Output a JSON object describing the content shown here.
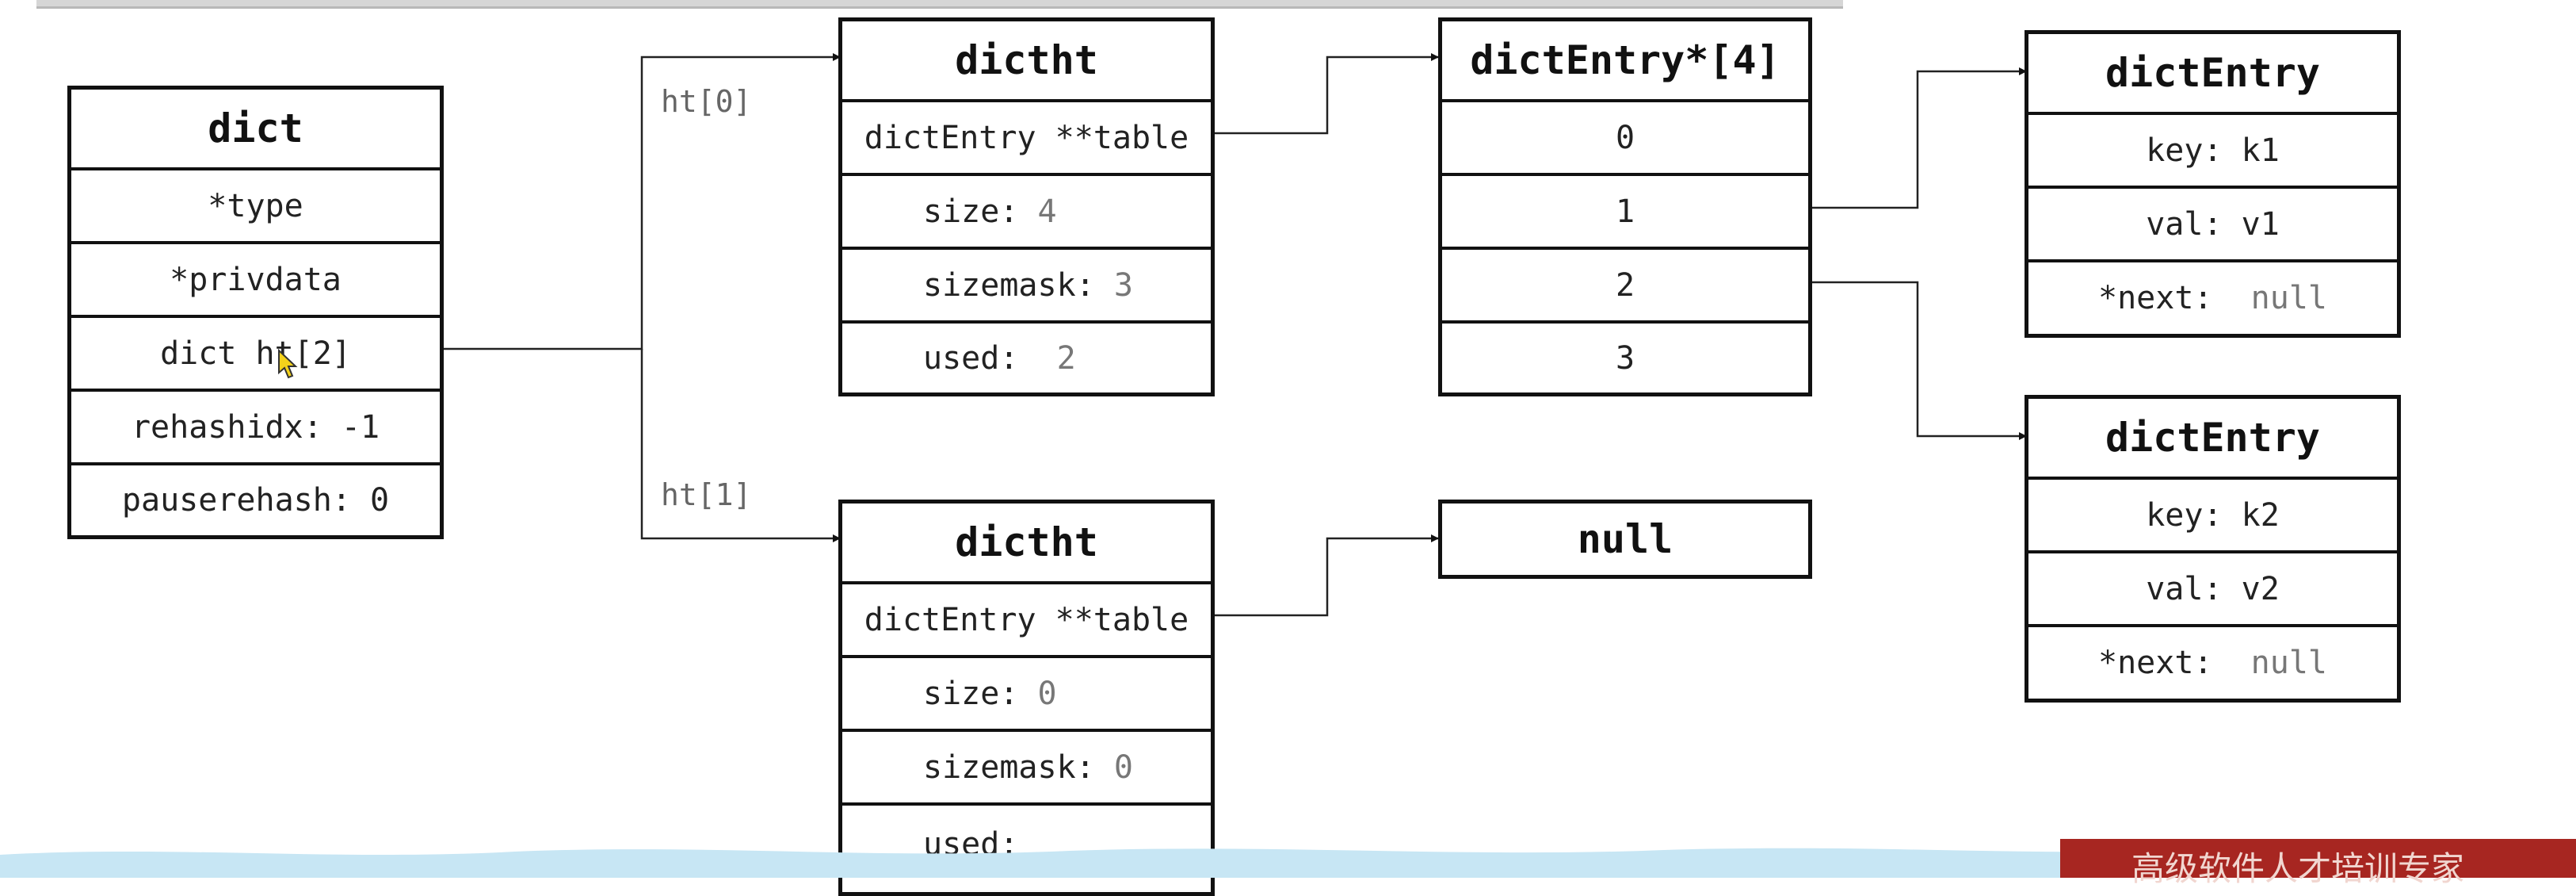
{
  "dict": {
    "title": "dict",
    "fields": [
      "*type",
      "*privdata",
      "dict ht[2]",
      "rehashidx: -1",
      "pauserehash: 0"
    ]
  },
  "edge_labels": {
    "ht0": "ht[0]",
    "ht1": "ht[1]"
  },
  "dictht0": {
    "title": "dictht",
    "table": "dictEntry **table",
    "size_key": "size:",
    "size_val": "4",
    "sizemask_key": "sizemask:",
    "sizemask_val": "3",
    "used_key": "used:",
    "used_val": "2"
  },
  "dictht1": {
    "title": "dictht",
    "table": "dictEntry **table",
    "size_key": "size:",
    "size_val": "0",
    "sizemask_key": "sizemask:",
    "sizemask_val": "0",
    "used_key": "used:",
    "used_val": ""
  },
  "array": {
    "title": "dictEntry*[4]",
    "slots": [
      "0",
      "1",
      "2",
      "3"
    ]
  },
  "null_box": {
    "label": "null"
  },
  "entry1": {
    "title": "dictEntry",
    "key": "key: k1",
    "val": "val: v1",
    "next_key": "*next:",
    "next_val": "null"
  },
  "entry2": {
    "title": "dictEntry",
    "key": "key: k2",
    "val": "val: v2",
    "next_key": "*next:",
    "next_val": "null"
  },
  "watermark": {
    "text": "高级软件人才培训专家"
  },
  "colors": {
    "border": "#111111",
    "muted_text": "#777777",
    "banner": "#a72621",
    "wave": "#c7e6f4"
  }
}
